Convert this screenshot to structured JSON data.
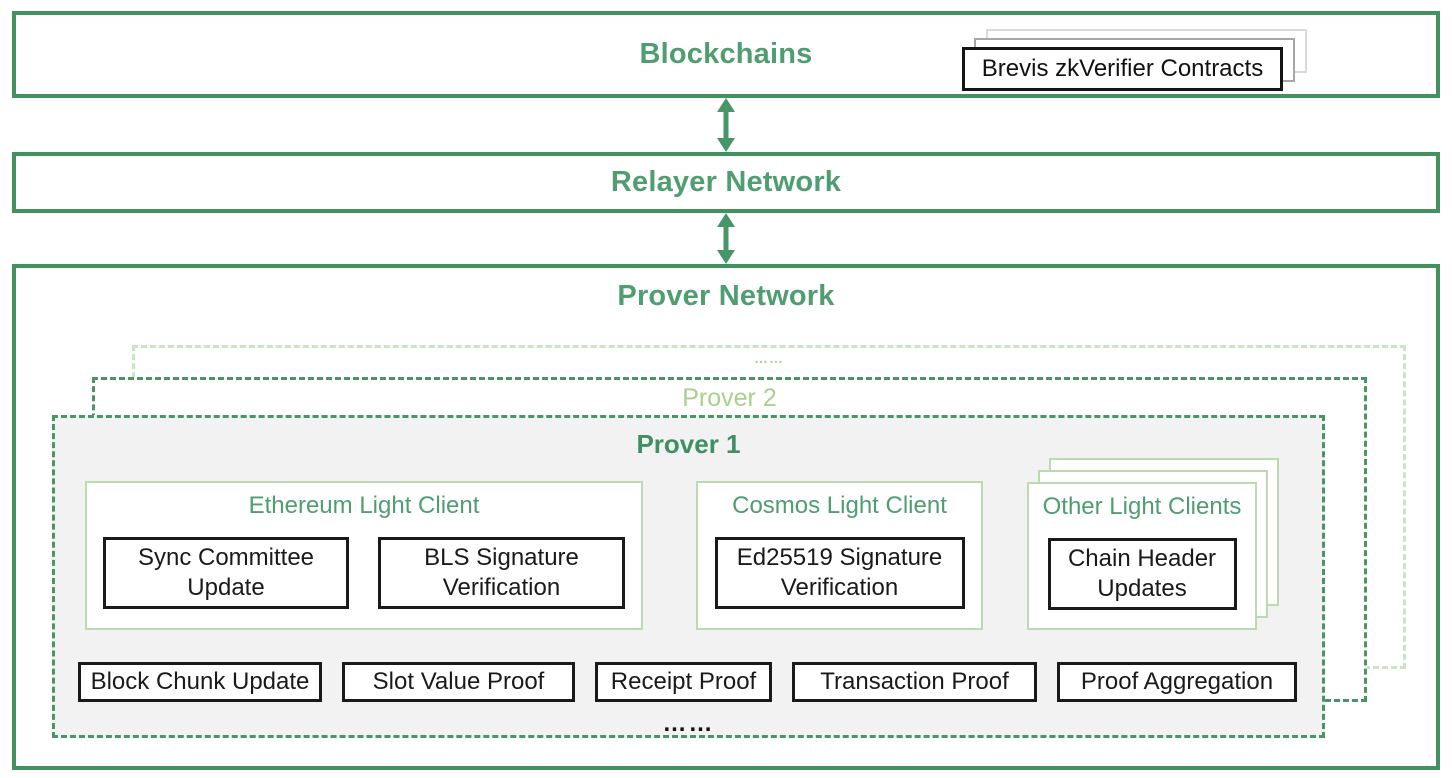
{
  "colors": {
    "green_border": "#42915f",
    "green_text": "#4f9d70",
    "pale_green_text": "#a9d18e",
    "pale_green_dash": "#cbe4c8",
    "panel_border": "#bcd9b2",
    "prover1_fill": "#f2f2f2",
    "module_border": "#1a1a1a",
    "stack_mid_gray": "#a6a6a6",
    "stack_back_gray": "#d9d9d9"
  },
  "blockchains": {
    "title": "Blockchains",
    "contracts_label": "Brevis zkVerifier Contracts"
  },
  "relayer": {
    "title": "Relayer Network"
  },
  "prover_network": {
    "title": "Prover Network",
    "layers": {
      "dots_label": "……",
      "prover2_label": "Prover 2",
      "prover1_label": "Prover 1"
    },
    "light_clients": [
      {
        "title": "Ethereum Light Client",
        "modules": [
          "Sync Committee Update",
          "BLS Signature Verification"
        ]
      },
      {
        "title": "Cosmos Light Client",
        "modules": [
          "Ed25519 Signature Verification"
        ]
      },
      {
        "title": "Other Light Clients",
        "modules": [
          "Chain Header Updates"
        ]
      }
    ],
    "proof_modules": [
      "Block Chunk Update",
      "Slot Value Proof",
      "Receipt Proof",
      "Transaction Proof",
      "Proof Aggregation"
    ],
    "ellipsis": "……"
  }
}
